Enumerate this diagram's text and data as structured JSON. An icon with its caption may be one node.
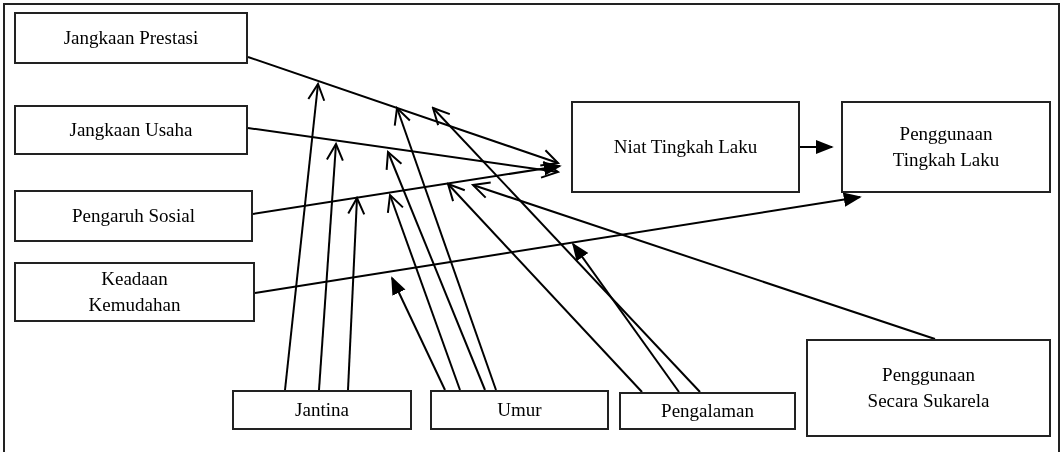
{
  "diagram": {
    "nodes": [
      {
        "text": [
          "Jangkaan Prestasi"
        ]
      },
      {
        "text": [
          "Jangkaan Usaha"
        ]
      },
      {
        "text": [
          "Pengaruh Sosial"
        ]
      },
      {
        "text": [
          "Keadaan Kemudahan"
        ]
      },
      {
        "text": [
          "Niat Tingkah Laku"
        ]
      },
      {
        "text": [
          "Penggunaan Tingkah Laku"
        ]
      },
      {
        "text": [
          "Jantina"
        ]
      },
      {
        "text": [
          "Umur"
        ]
      },
      {
        "text": [
          "Pengalaman"
        ]
      },
      {
        "text": [
          "Penggunaan Secara Sukarela"
        ]
      }
    ],
    "edges": [
      {
        "from": 0,
        "to": 4,
        "arrow": "to"
      },
      {
        "from": 1,
        "to": 4,
        "arrow": "to"
      },
      {
        "from": 2,
        "to": 4,
        "arrow": "to"
      },
      {
        "from": 3,
        "to": 5,
        "arrow": "to"
      },
      {
        "from": 4,
        "to": 5,
        "arrow": "to"
      },
      {
        "from": 6,
        "to": null,
        "arrow": "to"
      },
      {
        "from": 6,
        "to": null,
        "arrow": "to"
      },
      {
        "from": 6,
        "to": null,
        "arrow": "to"
      },
      {
        "from": 7,
        "to": null,
        "arrow": "to"
      },
      {
        "from": 7,
        "to": null,
        "arrow": "to"
      },
      {
        "from": 7,
        "to": null,
        "arrow": "to"
      },
      {
        "from": 7,
        "to": null,
        "arrow": "to"
      },
      {
        "from": 8,
        "to": null,
        "arrow": "to"
      },
      {
        "from": 8,
        "to": null,
        "arrow": "to"
      },
      {
        "from": 8,
        "to": null,
        "arrow": "to"
      },
      {
        "from": 9,
        "to": null,
        "arrow": "to"
      }
    ]
  }
}
